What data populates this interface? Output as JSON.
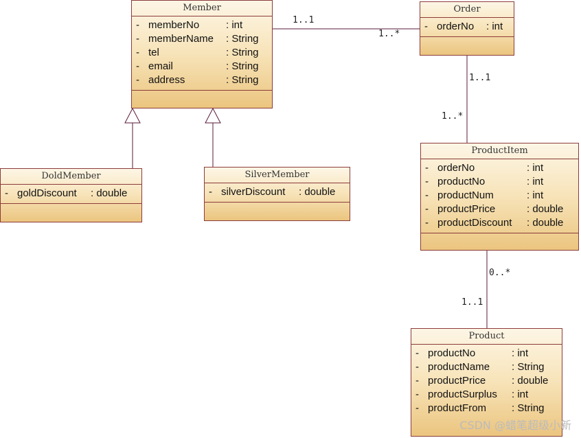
{
  "classes": {
    "member": {
      "name": "Member",
      "attributes": [
        {
          "visibility": "-",
          "name": "memberNo",
          "type": ": int"
        },
        {
          "visibility": "-",
          "name": "memberName",
          "type": ": String"
        },
        {
          "visibility": "-",
          "name": "tel",
          "type": ": String"
        },
        {
          "visibility": "-",
          "name": "email",
          "type": ": String"
        },
        {
          "visibility": "-",
          "name": "address",
          "type": ": String"
        }
      ]
    },
    "order": {
      "name": "Order",
      "attributes": [
        {
          "visibility": "-",
          "name": "orderNo",
          "type": ": int"
        }
      ]
    },
    "gold_member": {
      "name": "DoldMember",
      "attributes": [
        {
          "visibility": "-",
          "name": "goldDiscount",
          "type": ": double"
        }
      ]
    },
    "silver_member": {
      "name": "SilverMember",
      "attributes": [
        {
          "visibility": "-",
          "name": "silverDiscount",
          "type": ": double"
        }
      ]
    },
    "product_item": {
      "name": "ProductItem",
      "attributes": [
        {
          "visibility": "-",
          "name": "orderNo",
          "type": ": int"
        },
        {
          "visibility": "-",
          "name": "productNo",
          "type": ": int"
        },
        {
          "visibility": "-",
          "name": "productNum",
          "type": ": int"
        },
        {
          "visibility": "-",
          "name": "productPrice",
          "type": ": double"
        },
        {
          "visibility": "-",
          "name": "productDiscount",
          "type": ": double"
        }
      ]
    },
    "product": {
      "name": "Product",
      "attributes": [
        {
          "visibility": "-",
          "name": "productNo",
          "type": ": int"
        },
        {
          "visibility": "-",
          "name": "productName",
          "type": ": String"
        },
        {
          "visibility": "-",
          "name": "productPrice",
          "type": ": double"
        },
        {
          "visibility": "-",
          "name": "productSurplus",
          "type": ": int"
        },
        {
          "visibility": "-",
          "name": "productFrom",
          "type": ": String"
        }
      ]
    }
  },
  "multiplicities": {
    "member_order_member_end": "1..1",
    "member_order_order_end": "1..*",
    "order_item_order_end": "1..1",
    "order_item_item_end": "1..*",
    "item_product_item_end": "0..*",
    "item_product_product_end": "1..1"
  },
  "colors": {
    "border": "#8b3a3a",
    "line": "#5a1a3a",
    "fill_top": "#fdf6e6",
    "fill_bottom": "#ebc57f"
  },
  "watermark": "CSDN @蜡笔超级小新"
}
